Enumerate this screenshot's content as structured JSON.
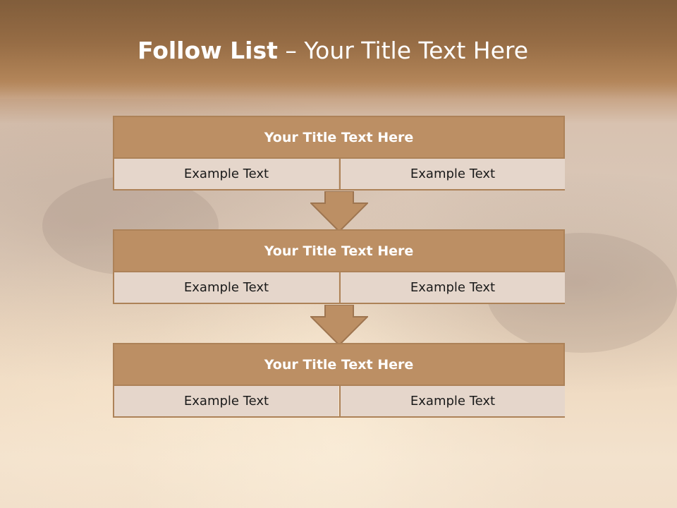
{
  "slide": {
    "title_bold": "Follow List",
    "title_rest": " – Your Title Text Here"
  },
  "colors": {
    "box_header": "#bc8f64",
    "box_border": "#ad8258",
    "box_cell": "#e5d6cb",
    "title_text": "#ffffff"
  },
  "steps": [
    {
      "title": "Your Title Text Here",
      "left": "Example Text",
      "right": "Example Text"
    },
    {
      "title": "Your Title Text Here",
      "left": "Example Text",
      "right": "Example Text"
    },
    {
      "title": "Your Title Text Here",
      "left": "Example Text",
      "right": "Example Text"
    }
  ]
}
